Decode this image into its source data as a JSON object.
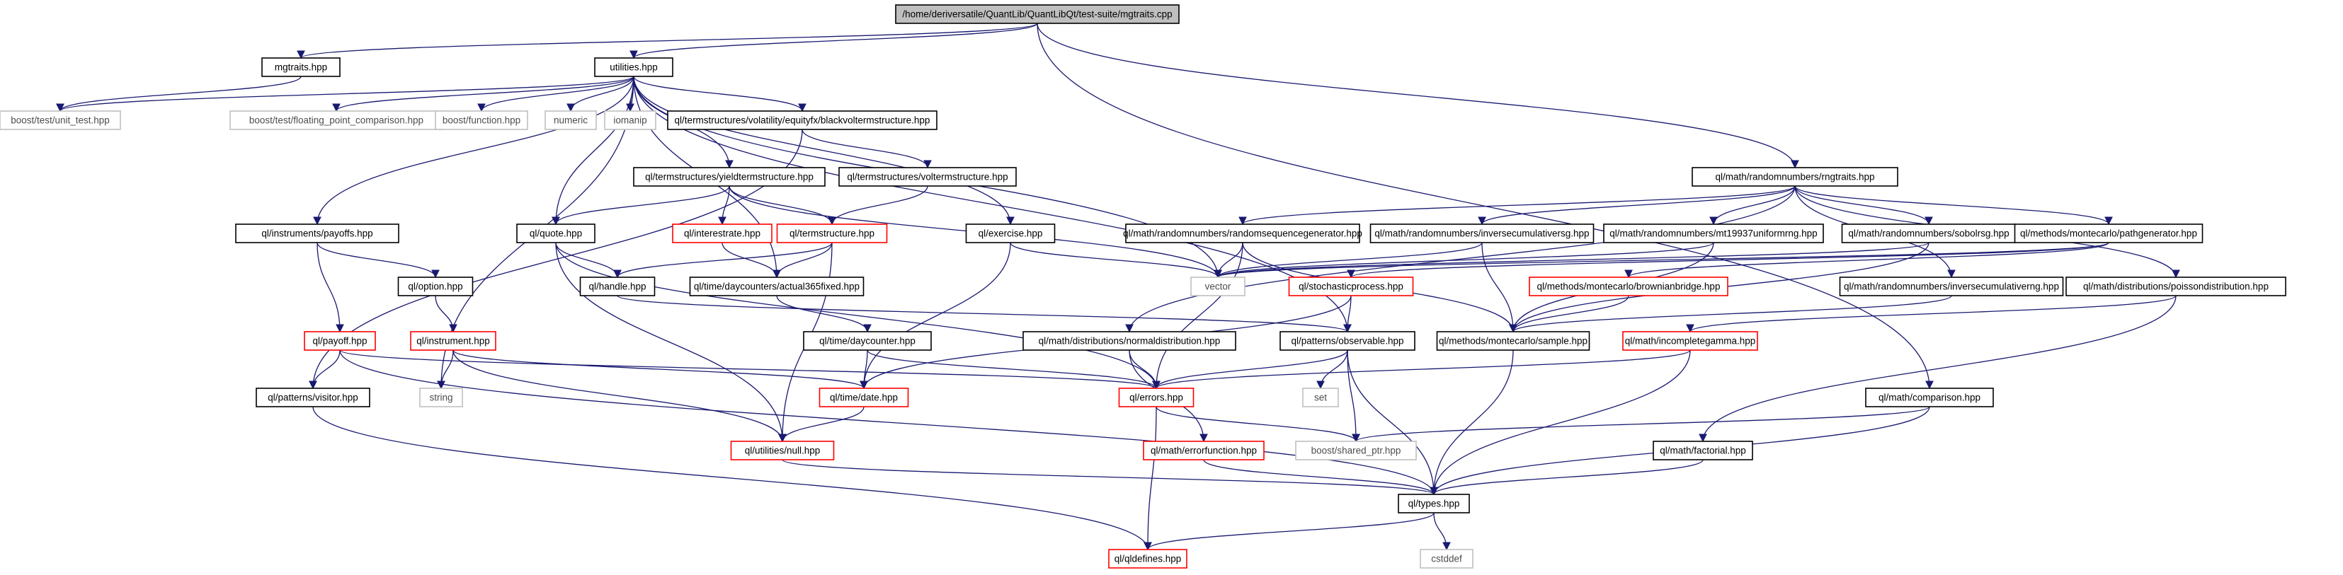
{
  "colors": {
    "edge": "#191970",
    "root_fill": "#bfbfbf",
    "normal_border": "#000000",
    "external_border": "#bfbfbf",
    "truncated_border": "#ff0000",
    "external_text": "#4d4d4d"
  },
  "nodes": [
    {
      "id": "root",
      "label": "/home/deriversatile/QuantLib/QuantLibQt/test-suite/mgtraits.cpp",
      "kind": "root"
    },
    {
      "id": "mgtraits_hpp",
      "label": "mgtraits.hpp",
      "kind": "normal"
    },
    {
      "id": "utilities",
      "label": "utilities.hpp",
      "kind": "normal"
    },
    {
      "id": "unit_test",
      "label": "boost/test/unit_test.hpp",
      "kind": "external"
    },
    {
      "id": "fpc",
      "label": "boost/test/floating_point_comparison.hpp",
      "kind": "external"
    },
    {
      "id": "bfunction",
      "label": "boost/function.hpp",
      "kind": "external"
    },
    {
      "id": "numeric",
      "label": "numeric",
      "kind": "external"
    },
    {
      "id": "iomanip",
      "label": "iomanip",
      "kind": "external"
    },
    {
      "id": "blackvol",
      "label": "ql/termstructures/volatility/equityfx/blackvoltermstructure.hpp",
      "kind": "normal"
    },
    {
      "id": "rngtraits",
      "label": "ql/math/randomnumbers/rngtraits.hpp",
      "kind": "normal"
    },
    {
      "id": "yieldts",
      "label": "ql/termstructures/yieldtermstructure.hpp",
      "kind": "normal"
    },
    {
      "id": "volts",
      "label": "ql/termstructures/voltermstructure.hpp",
      "kind": "normal"
    },
    {
      "id": "payoffs",
      "label": "ql/instruments/payoffs.hpp",
      "kind": "normal"
    },
    {
      "id": "quote",
      "label": "ql/quote.hpp",
      "kind": "normal"
    },
    {
      "id": "interestrate",
      "label": "ql/interestrate.hpp",
      "kind": "truncated"
    },
    {
      "id": "termstructure",
      "label": "ql/termstructure.hpp",
      "kind": "truncated"
    },
    {
      "id": "exercise",
      "label": "ql/exercise.hpp",
      "kind": "normal"
    },
    {
      "id": "rsg",
      "label": "ql/math/randomnumbers/randomsequencegenerator.hpp",
      "kind": "normal"
    },
    {
      "id": "invcumrsg",
      "label": "ql/math/randomnumbers/inversecumulativersg.hpp",
      "kind": "normal"
    },
    {
      "id": "mt19937",
      "label": "ql/math/randomnumbers/mt19937uniformrng.hpp",
      "kind": "normal"
    },
    {
      "id": "sobolrsg",
      "label": "ql/math/randomnumbers/sobolrsg.hpp",
      "kind": "normal"
    },
    {
      "id": "pathgen",
      "label": "ql/methods/montecarlo/pathgenerator.hpp",
      "kind": "normal"
    },
    {
      "id": "option",
      "label": "ql/option.hpp",
      "kind": "normal"
    },
    {
      "id": "handle",
      "label": "ql/handle.hpp",
      "kind": "normal"
    },
    {
      "id": "actual365",
      "label": "ql/time/daycounters/actual365fixed.hpp",
      "kind": "normal"
    },
    {
      "id": "vector",
      "label": "vector",
      "kind": "external"
    },
    {
      "id": "stochproc",
      "label": "ql/stochasticprocess.hpp",
      "kind": "truncated"
    },
    {
      "id": "brownian",
      "label": "ql/methods/montecarlo/brownianbridge.hpp",
      "kind": "truncated"
    },
    {
      "id": "invcumrng",
      "label": "ql/math/randomnumbers/inversecumulativerng.hpp",
      "kind": "normal"
    },
    {
      "id": "poisson",
      "label": "ql/math/distributions/poissondistribution.hpp",
      "kind": "normal"
    },
    {
      "id": "payoff",
      "label": "ql/payoff.hpp",
      "kind": "truncated"
    },
    {
      "id": "instrument",
      "label": "ql/instrument.hpp",
      "kind": "truncated"
    },
    {
      "id": "daycounter",
      "label": "ql/time/daycounter.hpp",
      "kind": "normal"
    },
    {
      "id": "normaldist",
      "label": "ql/math/distributions/normaldistribution.hpp",
      "kind": "normal"
    },
    {
      "id": "observable",
      "label": "ql/patterns/observable.hpp",
      "kind": "normal"
    },
    {
      "id": "sample",
      "label": "ql/methods/montecarlo/sample.hpp",
      "kind": "normal"
    },
    {
      "id": "incgamma",
      "label": "ql/math/incompletegamma.hpp",
      "kind": "truncated"
    },
    {
      "id": "visitor",
      "label": "ql/patterns/visitor.hpp",
      "kind": "normal"
    },
    {
      "id": "string",
      "label": "string",
      "kind": "external"
    },
    {
      "id": "date",
      "label": "ql/time/date.hpp",
      "kind": "truncated"
    },
    {
      "id": "errors",
      "label": "ql/errors.hpp",
      "kind": "truncated"
    },
    {
      "id": "set",
      "label": "set",
      "kind": "external"
    },
    {
      "id": "comparison",
      "label": "ql/math/comparison.hpp",
      "kind": "normal"
    },
    {
      "id": "null",
      "label": "ql/utilities/null.hpp",
      "kind": "truncated"
    },
    {
      "id": "shared_ptr",
      "label": "boost/shared_ptr.hpp",
      "kind": "external"
    },
    {
      "id": "errorfunction",
      "label": "ql/math/errorfunction.hpp",
      "kind": "truncated"
    },
    {
      "id": "factorial",
      "label": "ql/math/factorial.hpp",
      "kind": "normal"
    },
    {
      "id": "types",
      "label": "ql/types.hpp",
      "kind": "normal"
    },
    {
      "id": "qldefines",
      "label": "ql/qldefines.hpp",
      "kind": "truncated"
    },
    {
      "id": "cstddef",
      "label": "cstddef",
      "kind": "external"
    }
  ],
  "edges": [
    [
      "root",
      "mgtraits_hpp"
    ],
    [
      "root",
      "utilities"
    ],
    [
      "root",
      "rngtraits"
    ],
    [
      "root",
      "comparison"
    ],
    [
      "mgtraits_hpp",
      "unit_test"
    ],
    [
      "utilities",
      "unit_test"
    ],
    [
      "utilities",
      "fpc"
    ],
    [
      "utilities",
      "bfunction"
    ],
    [
      "utilities",
      "numeric"
    ],
    [
      "utilities",
      "iomanip"
    ],
    [
      "utilities",
      "blackvol"
    ],
    [
      "utilities",
      "yieldts"
    ],
    [
      "utilities",
      "payoffs"
    ],
    [
      "utilities",
      "quote"
    ],
    [
      "utilities",
      "exercise"
    ],
    [
      "utilities",
      "vector"
    ],
    [
      "utilities",
      "actual365"
    ],
    [
      "utilities",
      "observable"
    ],
    [
      "utilities",
      "string"
    ],
    [
      "blackvol",
      "volts"
    ],
    [
      "blackvol",
      "visitor"
    ],
    [
      "yieldts",
      "quote"
    ],
    [
      "yieldts",
      "interestrate"
    ],
    [
      "yieldts",
      "termstructure"
    ],
    [
      "yieldts",
      "vector"
    ],
    [
      "volts",
      "termstructure"
    ],
    [
      "payoffs",
      "option"
    ],
    [
      "payoffs",
      "payoff"
    ],
    [
      "quote",
      "handle"
    ],
    [
      "quote",
      "errors"
    ],
    [
      "quote",
      "null"
    ],
    [
      "interestrate",
      "actual365"
    ],
    [
      "termstructure",
      "handle"
    ],
    [
      "termstructure",
      "actual365"
    ],
    [
      "termstructure",
      "null"
    ],
    [
      "exercise",
      "vector"
    ],
    [
      "exercise",
      "date"
    ],
    [
      "rngtraits",
      "normaldist"
    ],
    [
      "rngtraits",
      "rsg"
    ],
    [
      "rngtraits",
      "invcumrsg"
    ],
    [
      "rngtraits",
      "mt19937"
    ],
    [
      "rngtraits",
      "sobolrsg"
    ],
    [
      "rngtraits",
      "pathgen"
    ],
    [
      "rngtraits",
      "invcumrng"
    ],
    [
      "rngtraits",
      "poisson"
    ],
    [
      "rsg",
      "vector"
    ],
    [
      "rsg",
      "sample"
    ],
    [
      "rsg",
      "errors"
    ],
    [
      "invcumrsg",
      "vector"
    ],
    [
      "invcumrsg",
      "sample"
    ],
    [
      "mt19937",
      "vector"
    ],
    [
      "mt19937",
      "sample"
    ],
    [
      "sobolrsg",
      "vector"
    ],
    [
      "sobolrsg",
      "sample"
    ],
    [
      "pathgen",
      "stochproc"
    ],
    [
      "pathgen",
      "brownian"
    ],
    [
      "pathgen",
      "vector"
    ],
    [
      "option",
      "instrument"
    ],
    [
      "handle",
      "observable"
    ],
    [
      "actual365",
      "daycounter"
    ],
    [
      "stochproc",
      "observable"
    ],
    [
      "stochproc",
      "date"
    ],
    [
      "brownian",
      "sample"
    ],
    [
      "invcumrng",
      "sample"
    ],
    [
      "poisson",
      "incgamma"
    ],
    [
      "poisson",
      "factorial"
    ],
    [
      "payoff",
      "visitor"
    ],
    [
      "payoff",
      "errors"
    ],
    [
      "payoff",
      "types"
    ],
    [
      "instrument",
      "string"
    ],
    [
      "instrument",
      "date"
    ],
    [
      "instrument",
      "null"
    ],
    [
      "daycounter",
      "date"
    ],
    [
      "daycounter",
      "errors"
    ],
    [
      "normaldist",
      "errors"
    ],
    [
      "normaldist",
      "errorfunction"
    ],
    [
      "observable",
      "set"
    ],
    [
      "observable",
      "shared_ptr"
    ],
    [
      "observable",
      "types"
    ],
    [
      "observable",
      "errors"
    ],
    [
      "sample",
      "types"
    ],
    [
      "incgamma",
      "errors"
    ],
    [
      "incgamma",
      "types"
    ],
    [
      "visitor",
      "qldefines"
    ],
    [
      "date",
      "null"
    ],
    [
      "errors",
      "shared_ptr"
    ],
    [
      "errors",
      "qldefines"
    ],
    [
      "comparison",
      "shared_ptr"
    ],
    [
      "comparison",
      "types"
    ],
    [
      "null",
      "types"
    ],
    [
      "errorfunction",
      "types"
    ],
    [
      "factorial",
      "types"
    ],
    [
      "types",
      "cstddef"
    ],
    [
      "types",
      "qldefines"
    ]
  ]
}
